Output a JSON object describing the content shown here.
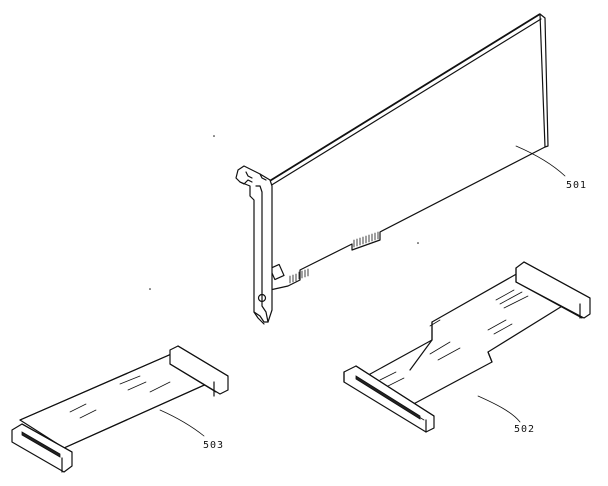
{
  "labels": {
    "board": "501",
    "cable_right": "502",
    "cable_left": "503"
  }
}
